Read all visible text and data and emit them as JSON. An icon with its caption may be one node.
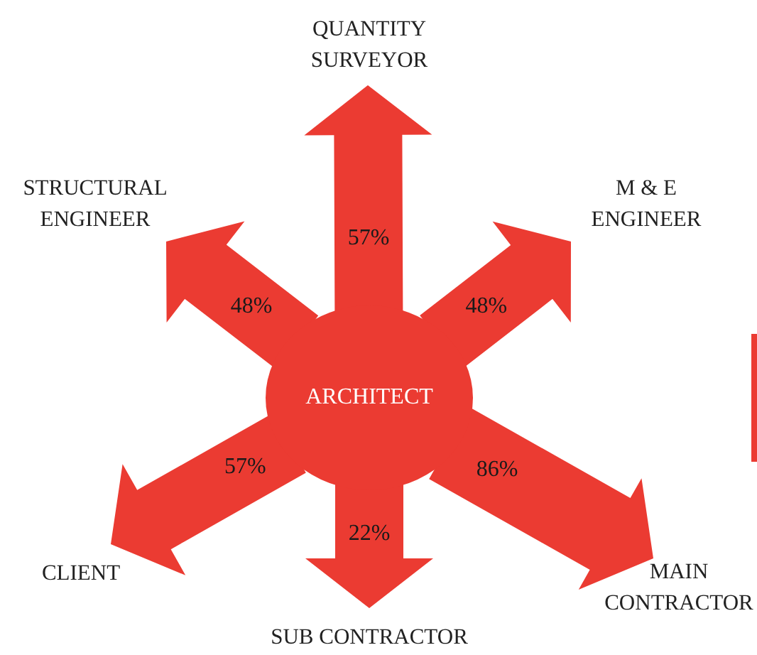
{
  "diagram": {
    "nodes": [
      {
        "text": [
          "ARCHITECT"
        ]
      },
      {
        "text": [
          "QUANTITY SURVEYOR"
        ]
      },
      {
        "text": [
          "STRUCTURAL ENGINEER"
        ]
      },
      {
        "text": [
          "M & E ENGINEER"
        ]
      },
      {
        "text": [
          "CLIENT"
        ]
      },
      {
        "text": [
          "SUB CONTRACTOR"
        ]
      },
      {
        "text": [
          "MAIN CONTRACTOR"
        ]
      }
    ],
    "edges": [
      {
        "from": 0,
        "to": 1,
        "arrow": "to",
        "label": "57%"
      },
      {
        "from": 0,
        "to": 2,
        "arrow": "to",
        "label": "48%"
      },
      {
        "from": 0,
        "to": 3,
        "arrow": "to",
        "label": "48%"
      },
      {
        "from": 0,
        "to": 4,
        "arrow": "to",
        "label": "57%"
      },
      {
        "from": 0,
        "to": 5,
        "arrow": "to",
        "label": "22%"
      },
      {
        "from": 0,
        "to": 6,
        "arrow": "to",
        "label": "86%"
      }
    ]
  }
}
